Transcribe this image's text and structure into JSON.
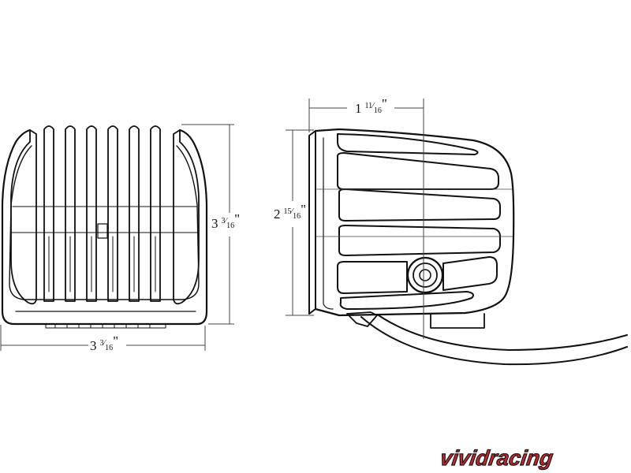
{
  "dimensions": {
    "front_width": {
      "whole": "3",
      "numerator": "3",
      "denominator": "16",
      "unit": "\""
    },
    "front_height": {
      "whole": "3",
      "numerator": "3",
      "denominator": "16",
      "unit": "\""
    },
    "side_depth": {
      "whole": "1",
      "numerator": "11",
      "denominator": "16",
      "unit": "\""
    },
    "side_height": {
      "whole": "2",
      "numerator": "15",
      "denominator": "16",
      "unit": "\""
    }
  },
  "watermark": {
    "text": "vividracing"
  },
  "colors": {
    "line": "#111111",
    "watermark_fill": "#c1272d",
    "watermark_stroke": "#1a1a1a"
  }
}
